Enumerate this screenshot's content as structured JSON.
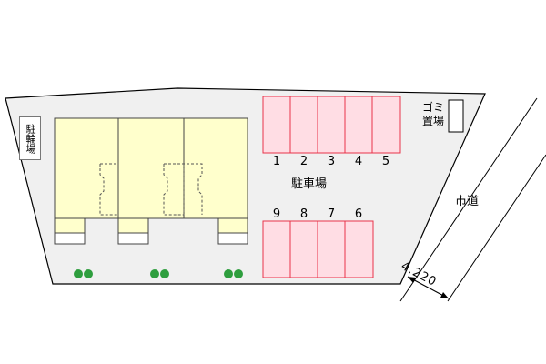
{
  "labels": {
    "bicycle_parking": "駐輪場",
    "garbage": "ゴミ\n置場",
    "parking": "駐車場",
    "road": "市道",
    "distance": "4.220"
  },
  "parking": {
    "top_row": [
      "1",
      "2",
      "3",
      "4",
      "5"
    ],
    "bottom_row": [
      "9",
      "8",
      "7",
      "6"
    ]
  },
  "colors": {
    "lot_fill": "#f0f0f0",
    "building_fill": "#ffffcc",
    "parking_fill": "#ffdde4",
    "parking_stroke": "#e8334a",
    "tree": "#2e9e3e"
  }
}
